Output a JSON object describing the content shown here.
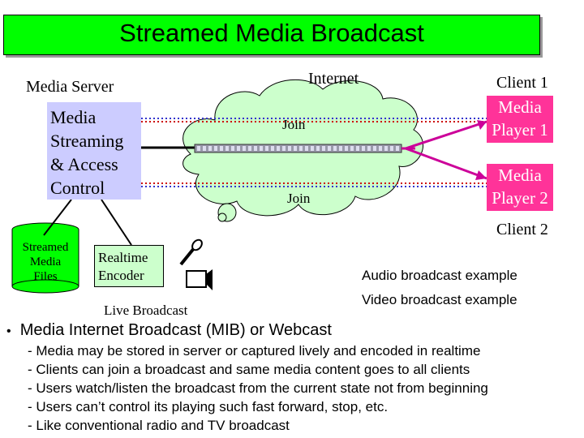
{
  "title": "Streamed Media Broadcast",
  "diagram": {
    "media_server_label": "Media Server",
    "server_box_lines": [
      "Media",
      "Streaming",
      "& Access",
      "Control"
    ],
    "internet_label": "Internet",
    "join_top": "Join",
    "join_bottom": "Join",
    "client1_label": "Client 1",
    "player1_lines": [
      "Media",
      "Player 1"
    ],
    "player2_lines": [
      "Media",
      "Player 2"
    ],
    "client2_label": "Client 2",
    "files_lines": [
      "Streamed",
      "Media",
      "Files"
    ],
    "encoder_lines": [
      "Realtime",
      "Encoder"
    ],
    "live_broadcast_label": "Live Broadcast",
    "audio_example": "Audio broadcast example",
    "video_example": "Video broadcast example",
    "colors": {
      "title_bg": "#00ff00",
      "server_box": "#ccccff",
      "player_box": "#ff3399",
      "cloud": "#ccffcc",
      "arrow_magenta": "#cc0099",
      "dotted_purple": "#3333cc",
      "dotted_red": "#cc0000"
    }
  },
  "bullets": {
    "main": "Media Internet Broadcast (MIB) or Webcast",
    "subs": [
      "- Media may be stored in server or captured lively and encoded in realtime",
      "- Clients can join a broadcast and same media content goes to all clients",
      "- Users watch/listen the broadcast from the current state not from beginning",
      "- Users can’t control its playing such fast forward, stop, etc.",
      "- Like conventional radio and TV broadcast"
    ]
  }
}
